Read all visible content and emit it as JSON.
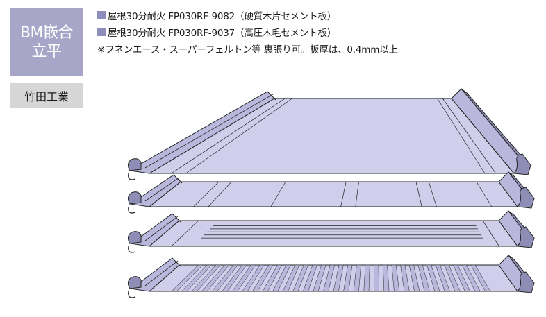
{
  "title_lines": [
    "BM嵌合",
    "立平"
  ],
  "manufacturer": "竹田工業",
  "specs": [
    "屋根30分耐火 FP030RF-9082（硬質木片セメント板）",
    "屋根30分耐火 FP030RF-9037（高圧木毛セメント板）"
  ],
  "note": "※フネンエース・スーパーフェルトン等 裏張り可。板厚は、0.4mm以上",
  "colors": {
    "title_bg": "#a7a6c8",
    "maker_bg": "#d6d6d6",
    "bullet": "#8f8dbb",
    "panel_face": "#cfcfec",
    "panel_rib": "#b9b8dc",
    "panel_edge": "#8e8db6",
    "outline": "#222222"
  },
  "panels": [
    {
      "variant": "flat"
    },
    {
      "variant": "few-ribs"
    },
    {
      "variant": "lined"
    },
    {
      "variant": "corrugated"
    }
  ]
}
